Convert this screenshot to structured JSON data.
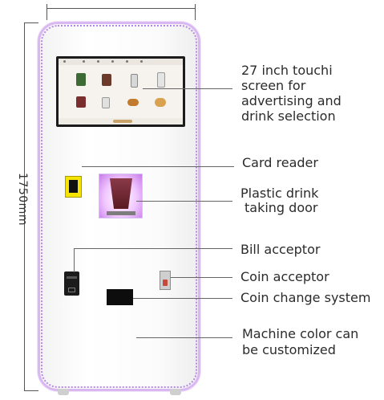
{
  "dimension": {
    "height_label": "1750mm"
  },
  "callouts": {
    "screen": {
      "line1": "27 inch touchi",
      "line2": "screen for",
      "line3": "advertising and",
      "line4": "drink selection"
    },
    "card_reader": "Card reader",
    "door": {
      "line1": "Plastic drink",
      "line2": "taking door"
    },
    "bill_acceptor": "Bill acceptor",
    "coin_acceptor": "Coin acceptor",
    "coin_change": "Coin change system",
    "color": {
      "line1": "Machine color can",
      "line2": "be customized"
    }
  },
  "colors": {
    "trim": "#b78ae6",
    "card_reader": "#f4e400",
    "door_glow": "#f0c6ff"
  }
}
